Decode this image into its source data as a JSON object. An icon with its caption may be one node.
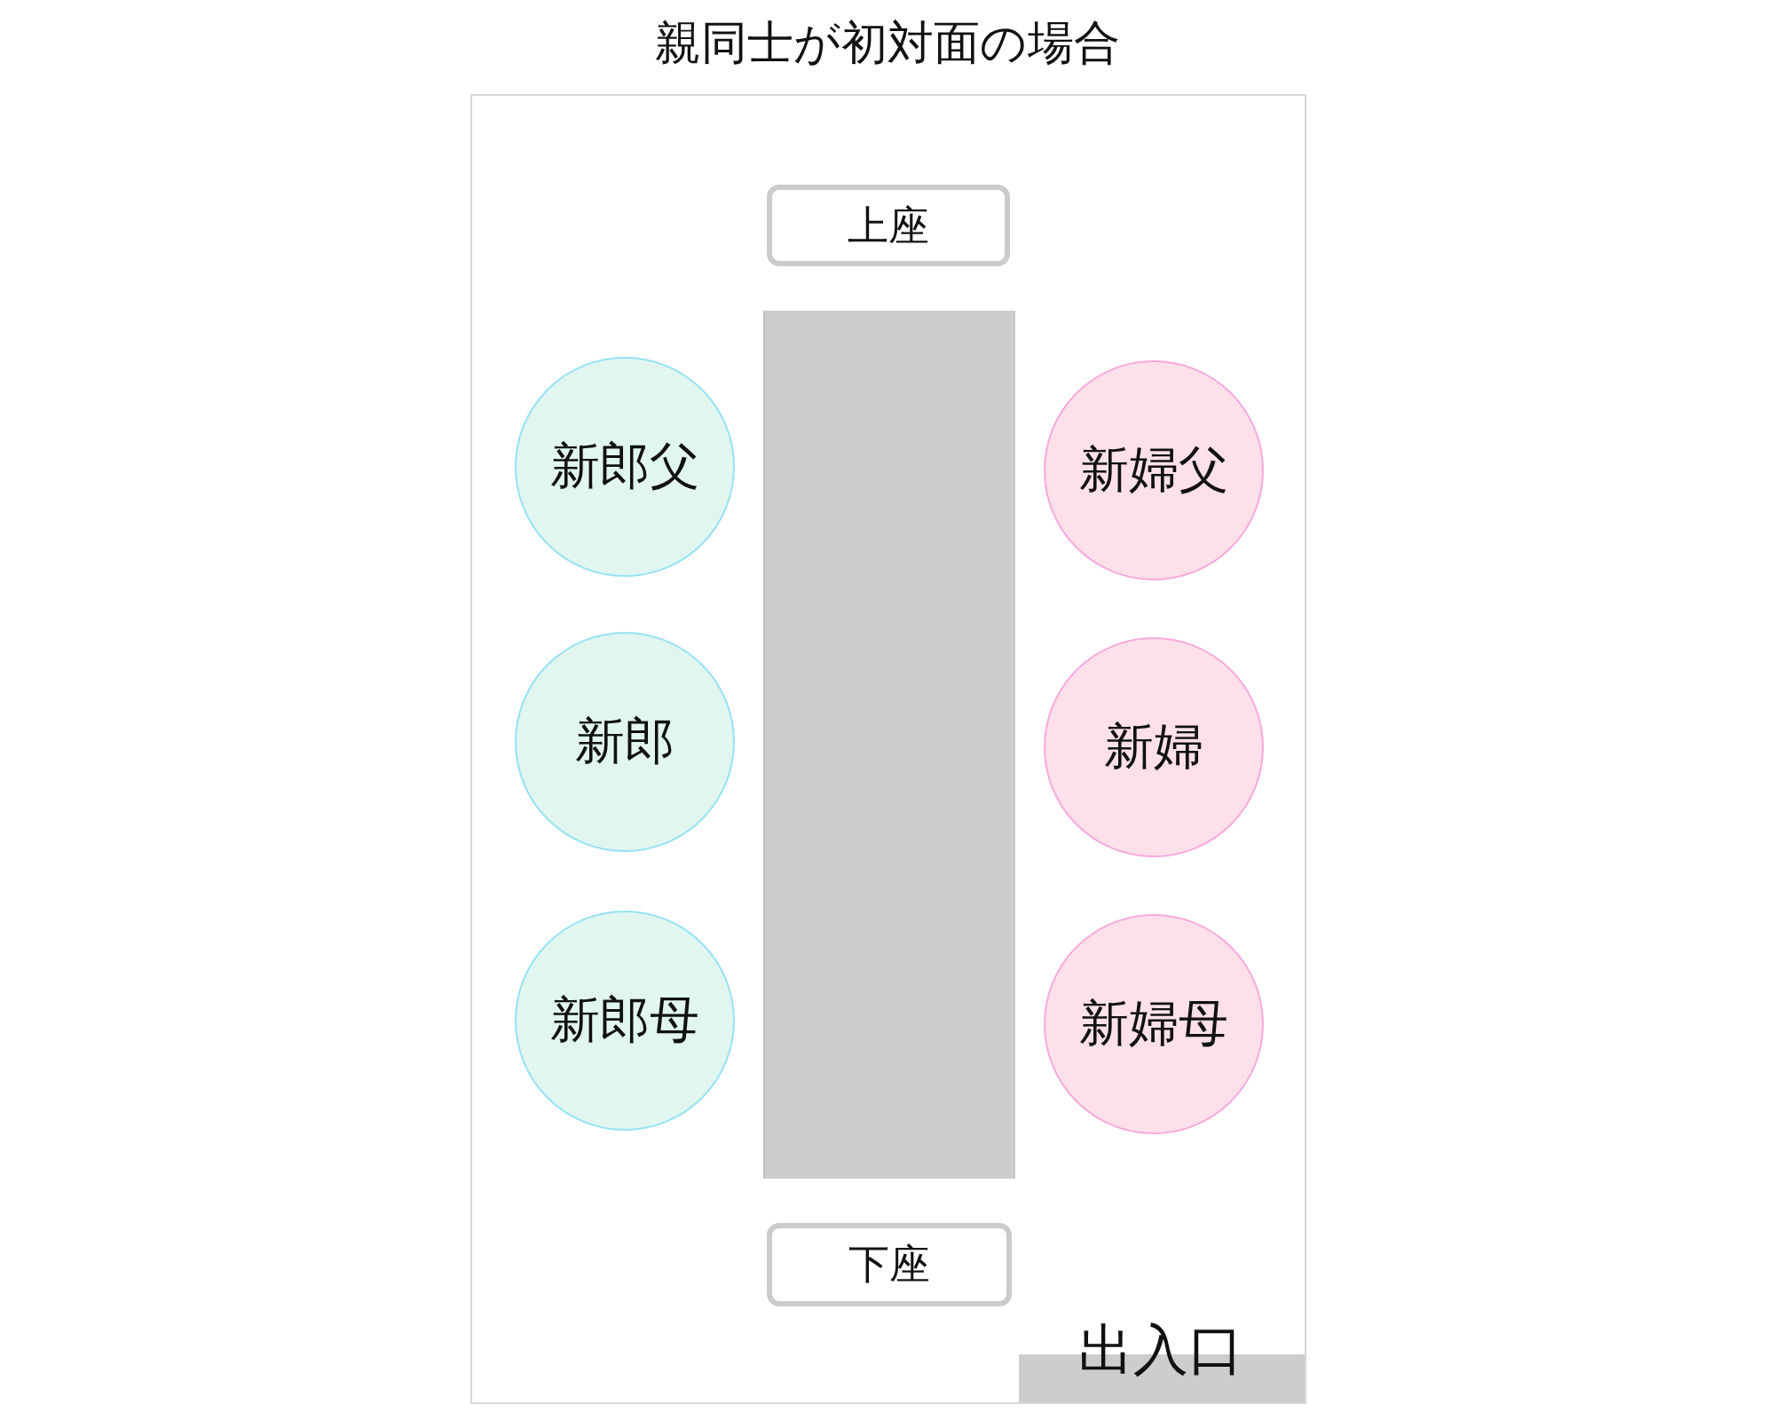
{
  "diagram": {
    "title": "親同士が初対面の場合",
    "nodes": [
      {
        "text": [
          "上座"
        ]
      },
      {
        "text": [],
        "shape": "box"
      },
      {
        "text": [
          "新郎父"
        ]
      },
      {
        "text": [
          "新婦父"
        ]
      },
      {
        "text": [
          "新郎"
        ]
      },
      {
        "text": [
          "新婦"
        ]
      },
      {
        "text": [
          "新郎母"
        ]
      },
      {
        "text": [
          "新婦母"
        ]
      },
      {
        "text": [
          "下座"
        ]
      },
      {
        "text": [
          "出入口"
        ]
      },
      {
        "text": [],
        "shape": "bar"
      }
    ]
  }
}
